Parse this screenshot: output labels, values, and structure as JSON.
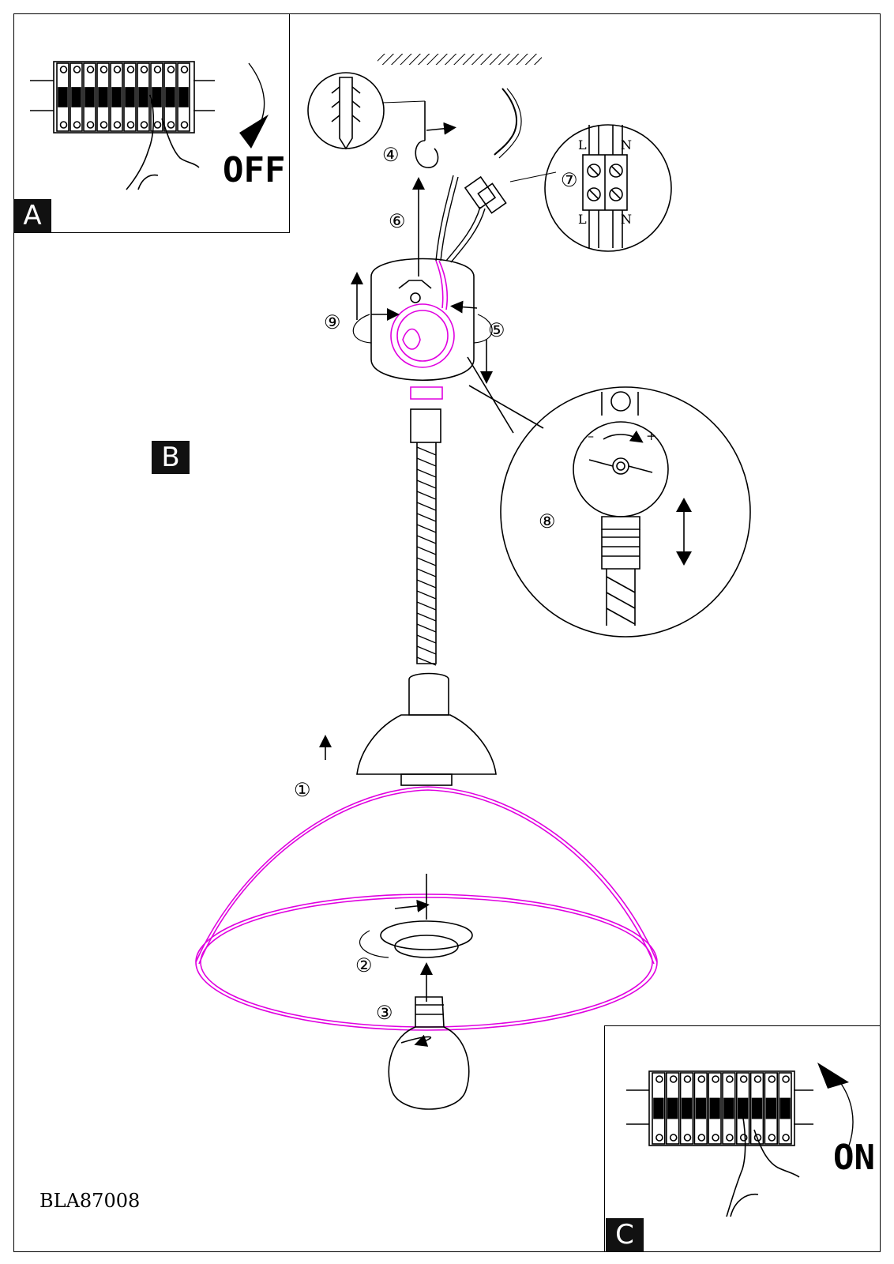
{
  "panels": {
    "a": {
      "letter": "A",
      "label": "OFF"
    },
    "b": {
      "letter": "B"
    },
    "c": {
      "letter": "C",
      "label": "ON"
    }
  },
  "steps": {
    "s1": "①",
    "s2": "②",
    "s3": "③",
    "s4": "④",
    "s5": "⑤",
    "s6": "⑥",
    "s7": "⑦",
    "s8": "⑧",
    "s9": "⑨"
  },
  "terminal": {
    "l": "L",
    "n": "N"
  },
  "adjuster": {
    "minus": "–",
    "plus": "+"
  },
  "doc_code": "BLA87008",
  "colors": {
    "line": "#000000",
    "highlight": "#e000e0",
    "panel_label_bg": "#111111"
  }
}
